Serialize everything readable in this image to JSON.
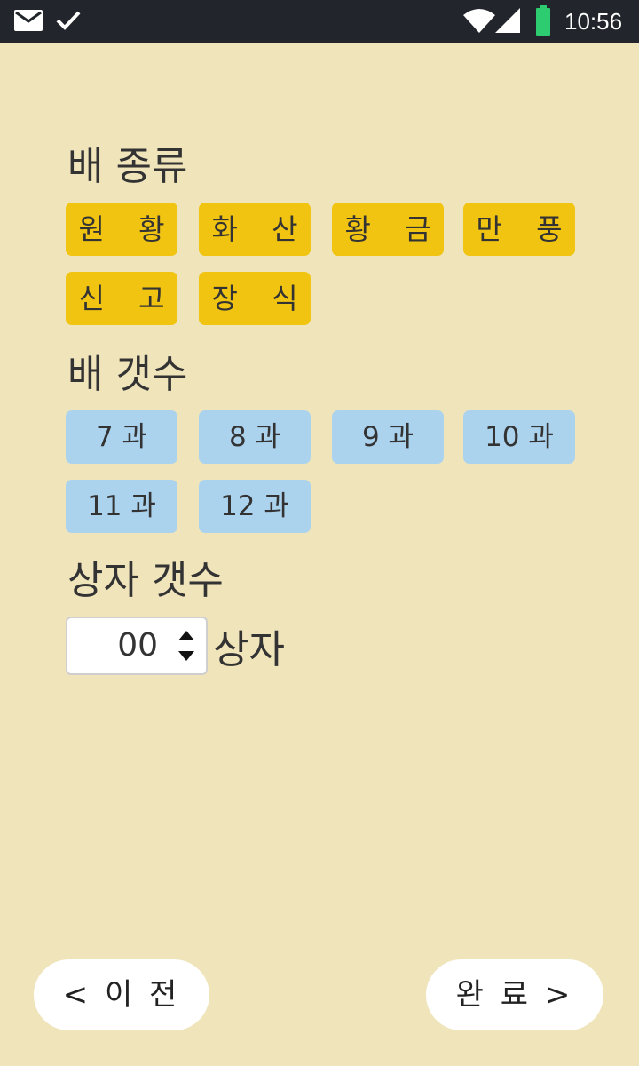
{
  "status_bar": {
    "time": "10:56",
    "icons": [
      "mail-icon",
      "check-icon",
      "wifi-icon",
      "signal-icon",
      "battery-icon"
    ],
    "background_color": "#22252b",
    "battery_color": "#2ecc71"
  },
  "pear_type": {
    "title": "배 종류",
    "options": [
      "원 황",
      "화 산",
      "황 금",
      "만 풍",
      "신 고",
      "장 식"
    ],
    "chip_color": "#f1c411"
  },
  "pear_count": {
    "title": "배 갯수",
    "options": [
      "7 과",
      "8 과",
      "9 과",
      "10 과",
      "11 과",
      "12 과"
    ],
    "chip_color": "#acd3ee"
  },
  "box_count": {
    "title": "상자 갯수",
    "value": "00",
    "unit": "상자"
  },
  "navigation": {
    "prev_label": "< 이 전",
    "done_label": "완 료 >"
  },
  "colors": {
    "background": "#f0e4bb",
    "text": "#333333"
  }
}
